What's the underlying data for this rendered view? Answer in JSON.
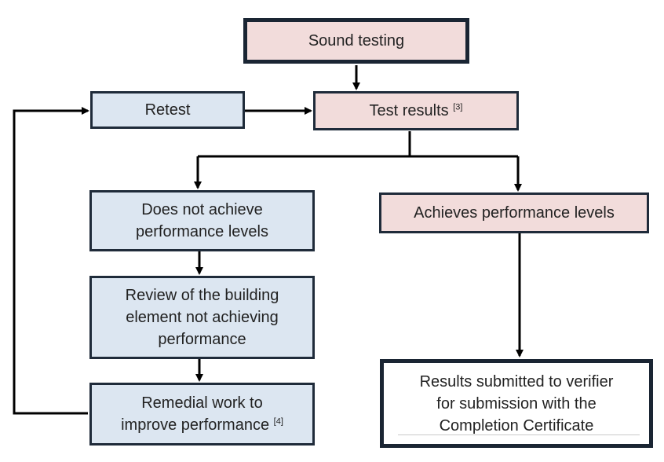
{
  "nodes": {
    "sound_testing": "Sound testing",
    "retest": "Retest",
    "test_results": "Test results",
    "test_results_ref": "[3]",
    "not_achieve_line1": "Does not achieve",
    "not_achieve_line2": "performance levels",
    "achieves": "Achieves performance levels",
    "review_line1": "Review of the building",
    "review_line2": "element not achieving",
    "review_line3": "performance",
    "remedial_line1": "Remedial work to",
    "remedial_line2": "improve performance",
    "remedial_ref": "[4]",
    "submitted_line1": "Results submitted to verifier",
    "submitted_line2": "for submission with the",
    "submitted_line3": "Completion Certificate"
  },
  "colors": {
    "pink_fill": "#f2dcdb",
    "blue_fill": "#dce6f1",
    "border": "#1f2b3a",
    "line": "#000000"
  }
}
